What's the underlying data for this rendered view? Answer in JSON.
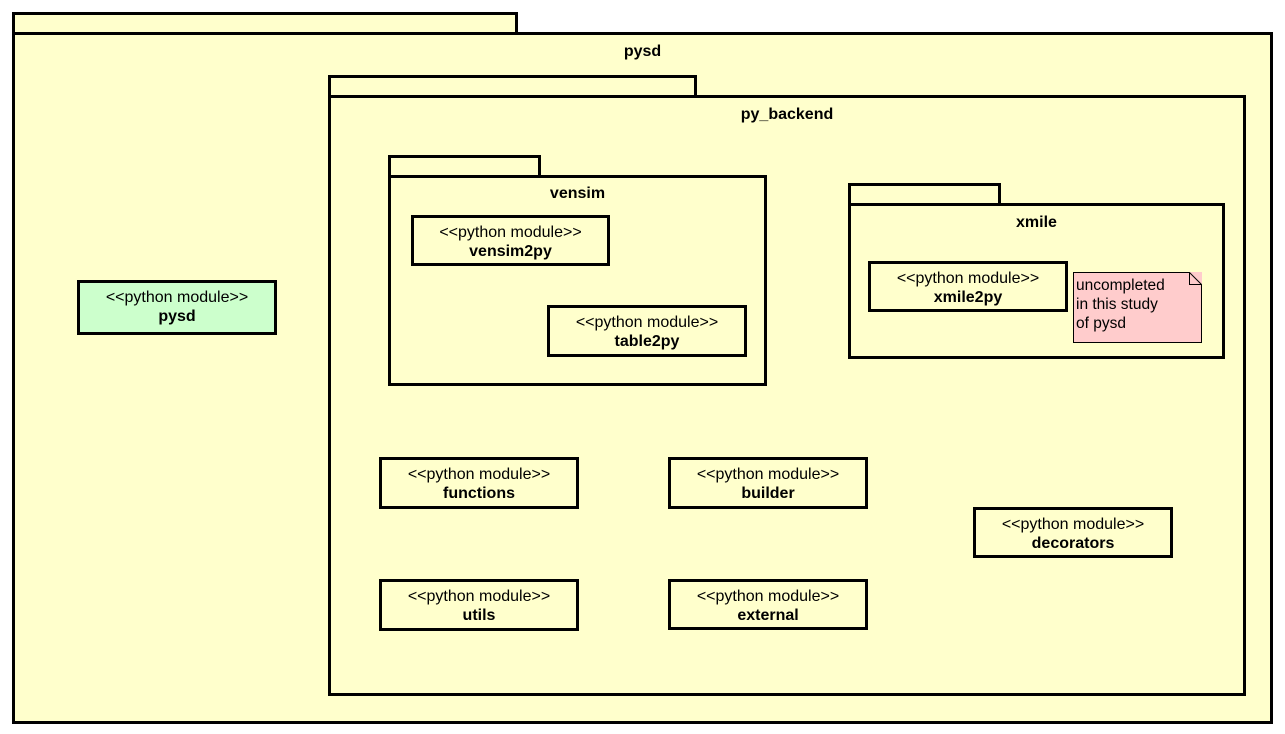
{
  "packages": {
    "pysd": {
      "name": "pysd"
    },
    "py_backend": {
      "name": "py_backend"
    },
    "vensim": {
      "name": "vensim"
    },
    "xmile": {
      "name": "xmile"
    }
  },
  "modules": {
    "pysd": {
      "stereotype": "<<python module>>",
      "name": "pysd"
    },
    "vensim2py": {
      "stereotype": "<<python module>>",
      "name": "vensim2py"
    },
    "table2py": {
      "stereotype": "<<python module>>",
      "name": "table2py"
    },
    "xmile2py": {
      "stereotype": "<<python module>>",
      "name": "xmile2py"
    },
    "functions": {
      "stereotype": "<<python module>>",
      "name": "functions"
    },
    "builder": {
      "stereotype": "<<python module>>",
      "name": "builder"
    },
    "decorators": {
      "stereotype": "<<python module>>",
      "name": "decorators"
    },
    "utils": {
      "stereotype": "<<python module>>",
      "name": "utils"
    },
    "external": {
      "stereotype": "<<python module>>",
      "name": "external"
    }
  },
  "note": {
    "text": "uncompleted\nin this study\nof pysd"
  },
  "colors": {
    "package_fill": "#ffffcc",
    "root_module_fill": "#ccffcc",
    "note_fill": "#ffcccc"
  }
}
